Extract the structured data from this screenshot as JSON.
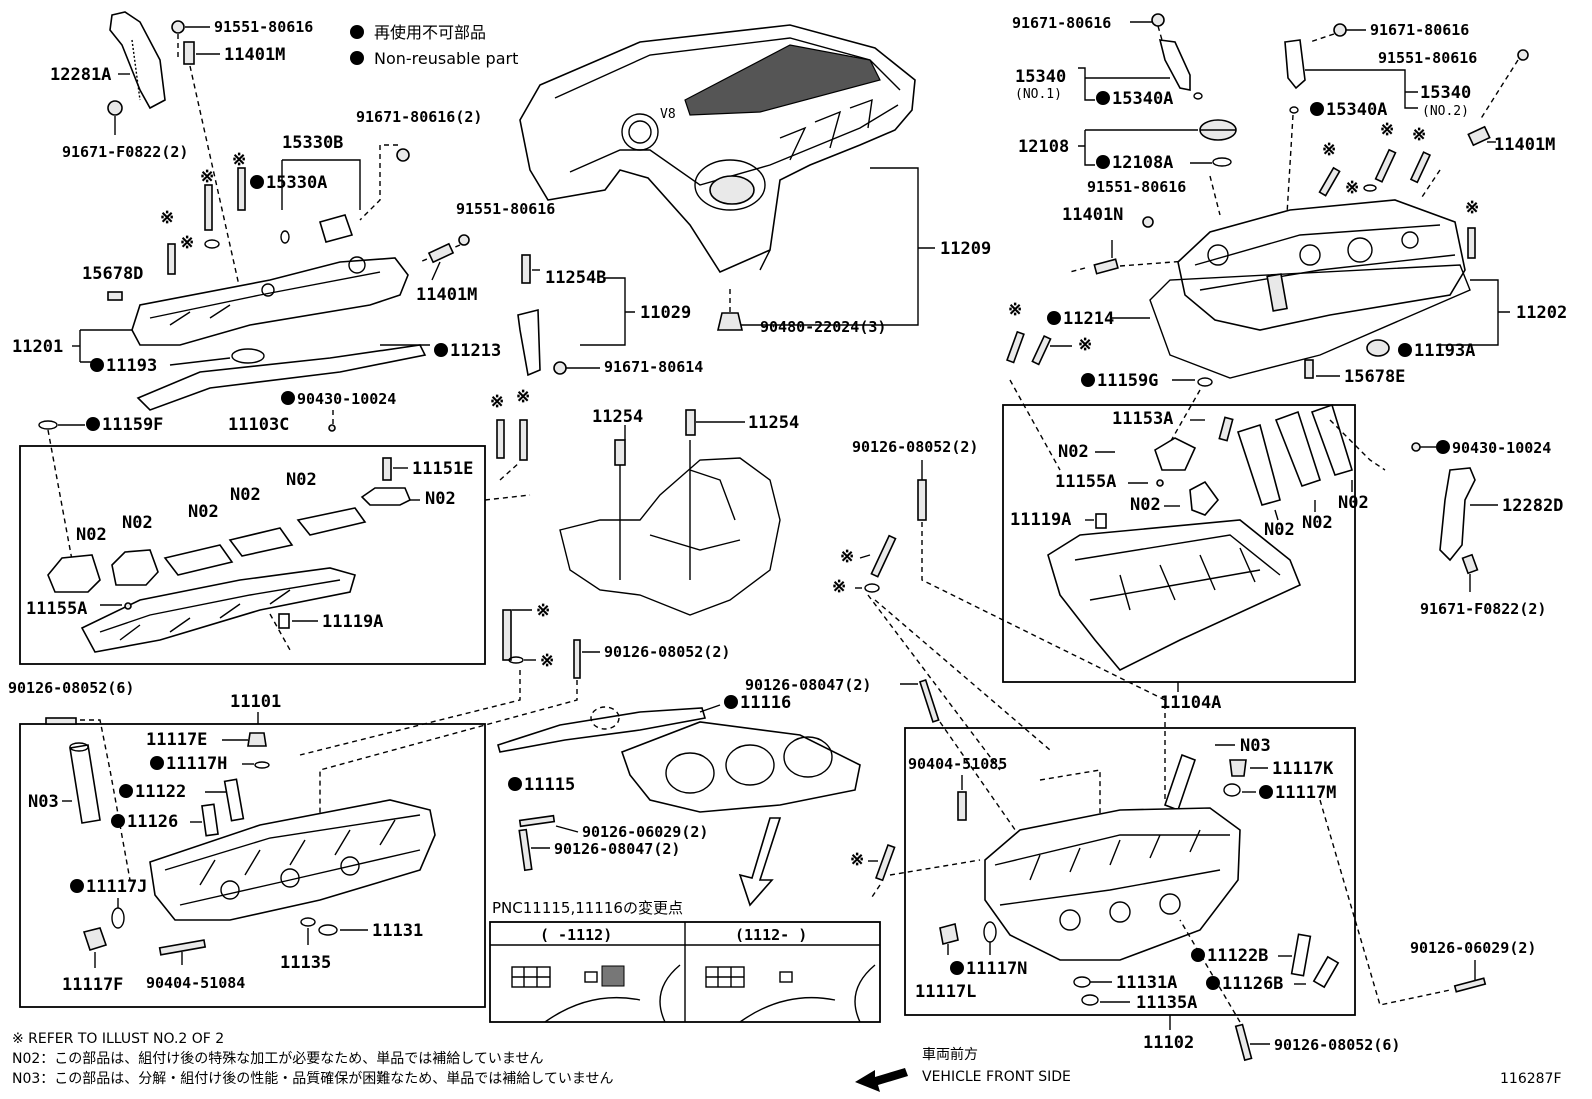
{
  "legend": {
    "jp": "再使用不可部品",
    "en": "Non-reusable part"
  },
  "labels": {
    "p12281A": "12281A",
    "p91551_80616_a": "91551-80616",
    "p11401M_a": "11401M",
    "p91671_F0822_a": "91671-F0822(2)",
    "p91671_80616_2a": "91671-80616(2)",
    "p15330B": "15330B",
    "p15330A": "15330A",
    "p91551_80616_b": "91551-80616",
    "p15678D": "15678D",
    "p11401M_b": "11401M",
    "p11201": "11201",
    "p11193": "11193",
    "p11213": "11213",
    "p90430_10024_a": "90430-10024",
    "p11159F": "11159F",
    "p11103C": "11103C",
    "p11151E": "11151E",
    "n02_1": "N02",
    "n02_2": "N02",
    "n02_3": "N02",
    "n02_4": "N02",
    "n02_5": "N02",
    "n02_6": "N02",
    "p11155A_a": "11155A",
    "p11119A_a": "11119A",
    "p11254B": "11254B",
    "p11029": "11029",
    "p91671_80614": "91671-80614",
    "p11209": "11209",
    "p90480_22024": "90480-22024(3)",
    "p11254_a": "11254",
    "p11254_b": "11254",
    "p90126_08052_6a": "90126-08052(6)",
    "p11101": "11101",
    "p90126_08052_2a": "90126-08052(2)",
    "p11117E": "11117E",
    "p11117H": "11117H",
    "p11122": "11122",
    "n03_a": "N03",
    "p11126": "11126",
    "p11117J": "11117J",
    "p11117F": "11117F",
    "p90404_51084": "90404-51084",
    "p11135": "11135",
    "p11131": "11131",
    "p11116": "11116",
    "p11115": "11115",
    "p90126_06029_2a": "90126-06029(2)",
    "p90126_08047_2a": "90126-08047(2)",
    "p90126_08047_2b": "90126-08047(2)",
    "p91671_80616_c": "91671-80616",
    "p91671_80616_d": "91671-80616",
    "p91551_80616_c": "91551-80616",
    "p15340_1": "15340",
    "no1": "(NO.1)",
    "p15340A_a": "15340A",
    "p15340_2": "15340",
    "no2": "(NO.2)",
    "p15340A_b": "15340A",
    "p12108": "12108",
    "p12108A": "12108A",
    "p91551_80616_d": "91551-80616",
    "p11401N": "11401N",
    "p11401M_c": "11401M",
    "p11214": "11214",
    "p11202": "11202",
    "p11193A": "11193A",
    "p11159G": "11159G",
    "p15678E": "15678E",
    "p11153A": "11153A",
    "n02_7": "N02",
    "p11155A_b": "11155A",
    "n02_8": "N02",
    "p11119A_b": "11119A",
    "n02_9": "N02",
    "n02_10": "N02",
    "n02_11": "N02",
    "p90126_08052_2b": "90126-08052(2)",
    "p90430_10024_b": "90430-10024",
    "p12282D": "12282D",
    "p91671_F0822_b": "91671-F0822(2)",
    "p11104A": "11104A",
    "p90404_51085": "90404-51085",
    "n03_b": "N03",
    "p11117K": "11117K",
    "p11117M": "11117M",
    "p11117N": "11117N",
    "p11117L": "11117L",
    "p11122B": "11122B",
    "p11131A": "11131A",
    "p11126B": "11126B",
    "p11135A": "11135A",
    "p11102": "11102",
    "p90126_06029_2b": "90126-06029(2)",
    "p90126_08052_6b": "90126-08052(6)"
  },
  "change_box": {
    "title": "PNC11115,11116の変更点",
    "left": "(   -1112)",
    "right": "(1112-    )"
  },
  "notes": {
    "refer": "※ REFER TO ILLUST NO.2 OF 2",
    "n02": "N02：この部品は、組付け後の特殊な加工が必要なため、単品では補給していません",
    "n03": "N03：この部品は、分解・組付け後の性能・品質確保が困難なため、単品では補給していません"
  },
  "front": {
    "jp": "車両前方",
    "en": "VEHICLE FRONT SIDE"
  },
  "illust_id": "116287F",
  "cover_badge": "V8",
  "marker_ref": "※",
  "marker_nonreusable": "●"
}
